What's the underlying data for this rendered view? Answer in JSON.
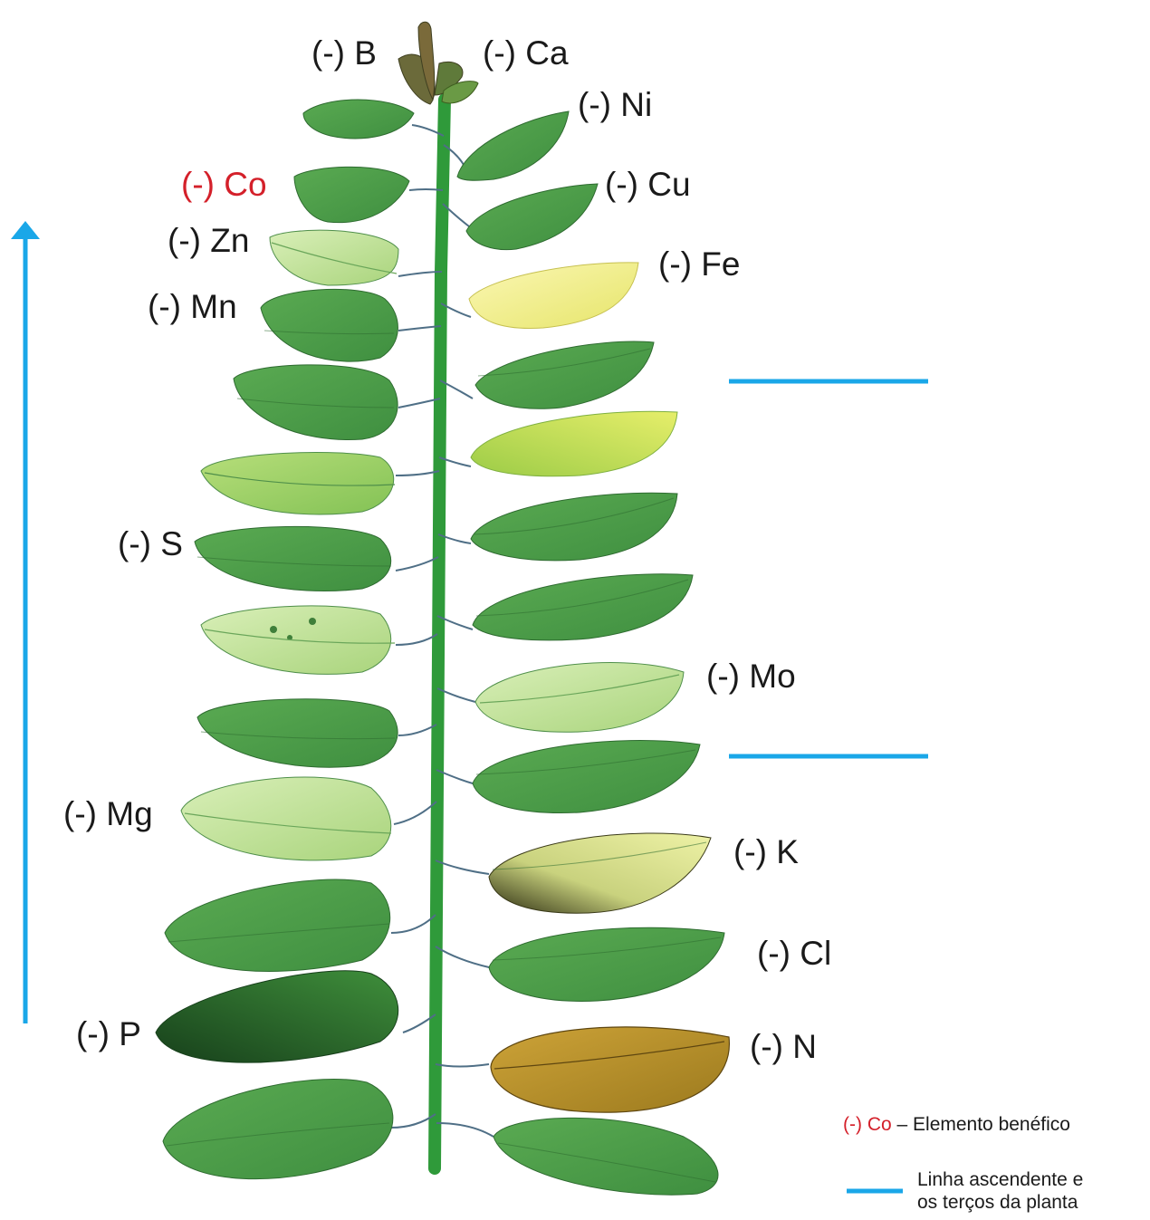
{
  "colors": {
    "leaf_green": "#4f9e4a",
    "leaf_dark": "#2f7a33",
    "vein": "#2e6b30",
    "stem": "#2f9a3a",
    "blue_line": "#1aa7e8",
    "beneficial_red": "#d4202a"
  },
  "labels": {
    "b": "(-) B",
    "ca": "(-) Ca",
    "ni": "(-) Ni",
    "co": "(-) Co",
    "cu": "(-) Cu",
    "zn": "(-) Zn",
    "fe": "(-) Fe",
    "mn": "(-) Mn",
    "s": "(-) S",
    "mo": "(-) Mo",
    "mg": "(-) Mg",
    "k": "(-) K",
    "cl": "(-) Cl",
    "p": "(-) P",
    "n": "(-) N"
  },
  "legend": {
    "beneficial_symbol": "(-) Co",
    "beneficial_text": " – Elemento benéfico",
    "line_text_1": "Linha ascendente e",
    "line_text_2": "os terços da planta"
  },
  "icons": {
    "ascending_arrow": "arrow-up-icon",
    "plant": "plant-icon"
  }
}
